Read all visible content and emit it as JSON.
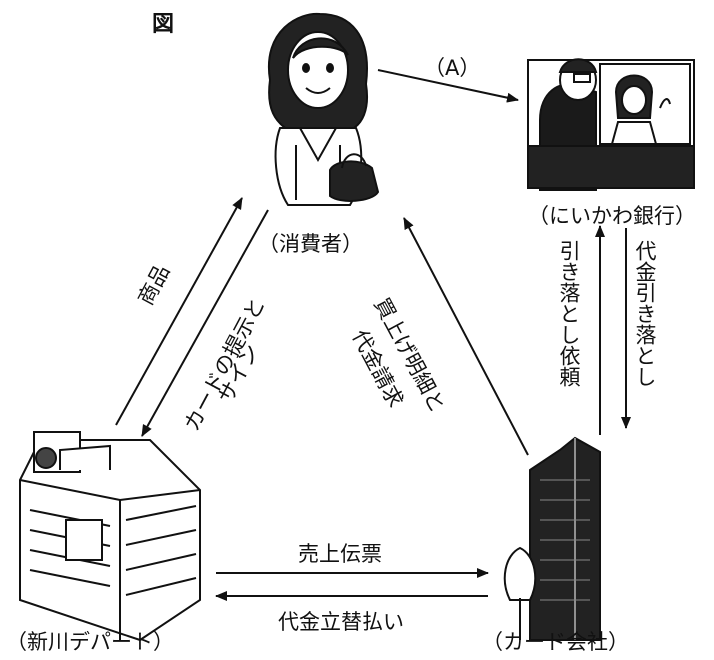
{
  "figure_label": "図",
  "nodes": {
    "consumer": "（消費者）",
    "bank": "（にいかわ銀行）",
    "department_store": "（新川デパート）",
    "card_company": "（カード会社）"
  },
  "edges": {
    "consumer_to_bank": "（A）",
    "store_to_consumer": "商品",
    "consumer_to_store_line1": "カードの提示と",
    "consumer_to_store_line2": "サイン",
    "card_to_consumer_line1": "買上げ明細と",
    "card_to_consumer_line2": "代金請求",
    "card_to_bank": "引き落とし依頼",
    "bank_to_card": "代金引き落とし",
    "store_to_card": "売上伝票",
    "card_to_store": "代金立替払い"
  }
}
